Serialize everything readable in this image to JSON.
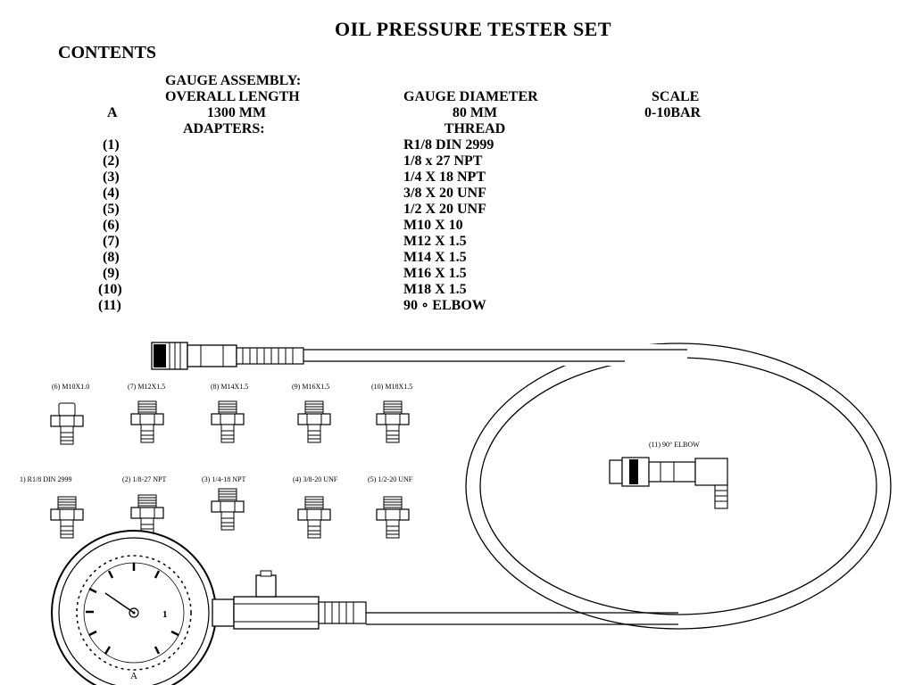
{
  "title": "OIL PRESSURE TESTER SET",
  "contents_heading": "CONTENTS",
  "gauge_assembly": {
    "heading": "GAUGE ASSEMBLY:",
    "col_length": "OVERALL LENGTH",
    "col_diameter": "GAUGE DIAMETER",
    "col_scale": "SCALE",
    "item_letter": "A",
    "length": "1300 MM",
    "diameter": "80 MM",
    "scale": "0-10BAR"
  },
  "adapters": {
    "heading": "ADAPTERS:",
    "thread_heading": "THREAD",
    "items": [
      {
        "num": "(1)",
        "thread": "R1/8 DIN 2999"
      },
      {
        "num": "(2)",
        "thread": "1/8 x 27 NPT"
      },
      {
        "num": "(3)",
        "thread": "1/4 X 18 NPT"
      },
      {
        "num": "(4)",
        "thread": "3/8 X 20 UNF"
      },
      {
        "num": "(5)",
        "thread": "1/2 X 20 UNF"
      },
      {
        "num": "(6)",
        "thread": "M10 X 10"
      },
      {
        "num": "(7)",
        "thread": "M12 X 1.5"
      },
      {
        "num": "(8)",
        "thread": "M14 X 1.5"
      },
      {
        "num": "(9)",
        "thread": "M16 X 1.5"
      },
      {
        "num": "(10)",
        "thread": "M18 X 1.5"
      },
      {
        "num": "(11)",
        "thread": "90 ∘ ELBOW"
      }
    ]
  },
  "diagram": {
    "top_row_labels": [
      "(6) M10X1.0",
      "(7) M12X1.5",
      "(8) M14X1.5",
      "(9) M16X1.5",
      "(10) M18X1.5"
    ],
    "bottom_row_labels": [
      "1) R1/8 DIN 2999",
      "(2) 1/8-27 NPT",
      "(3) 1/4-18 NPT",
      "(4) 3/8-20 UNF",
      "(5) 1/2-20 UNF"
    ],
    "elbow_label": "(11) 90° ELBOW",
    "gauge_label": "A"
  }
}
